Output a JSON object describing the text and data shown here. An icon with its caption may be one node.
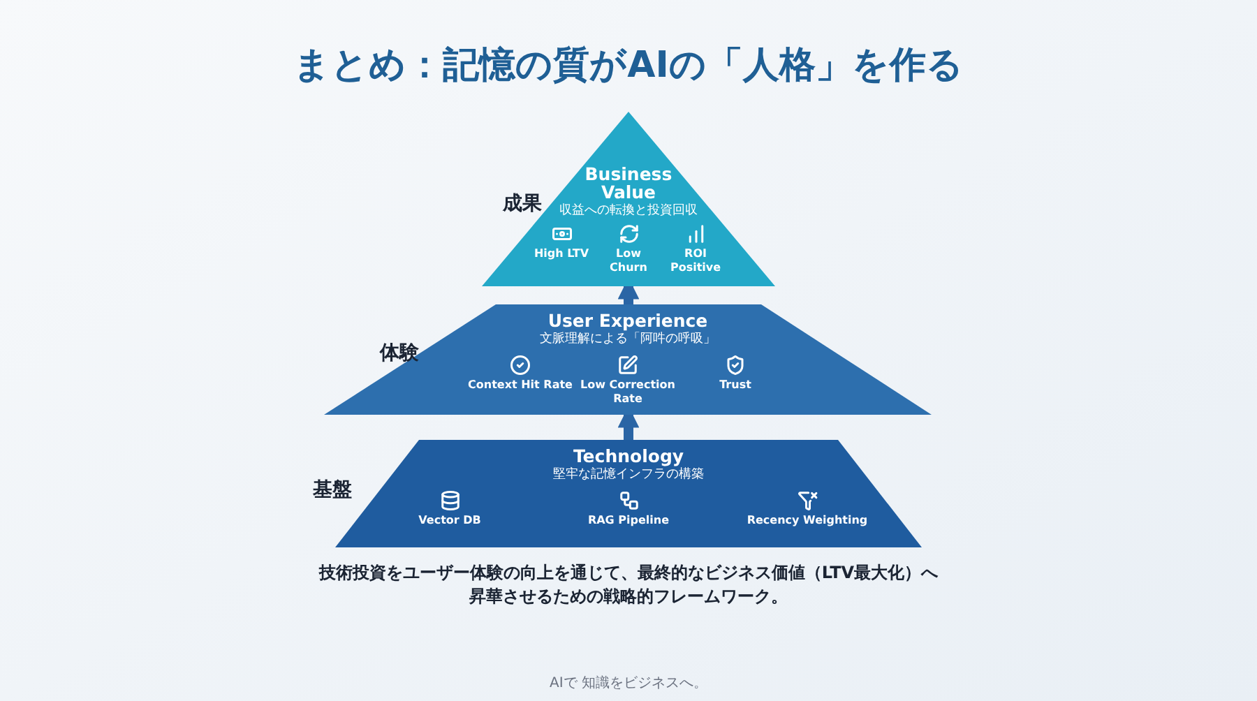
{
  "diagram": {
    "title": "まとめ：記憶の質がAIの「人格」を作る",
    "caption": "技術投資をユーザー体験の向上を通じて、最終的なビジネス価値（LTV最大化）へ昇華させるための戦略的フレームワーク。",
    "nodes": [
      {
        "text": [
          "Business Value",
          "収益への転換と投資回収",
          "High LTV",
          "Low Churn",
          "ROI Positive"
        ]
      },
      {
        "text": [
          "User Experience",
          "文脈理解による「阿吽の呼吸」",
          "Context Hit Rate",
          "Low Correction Rate",
          "Trust"
        ]
      },
      {
        "text": [
          "Technology",
          "堅牢な記憶インフラの構築",
          "Vector DB",
          "RAG Pipeline",
          "Recency Weighting"
        ]
      }
    ],
    "edges": [
      {
        "from": 2,
        "to": 1,
        "arrow": "to"
      },
      {
        "from": 1,
        "to": 0,
        "arrow": "to"
      }
    ],
    "labels": [
      "成果",
      "体験",
      "基盤",
      "AIで 知識をビジネスへ。"
    ]
  }
}
